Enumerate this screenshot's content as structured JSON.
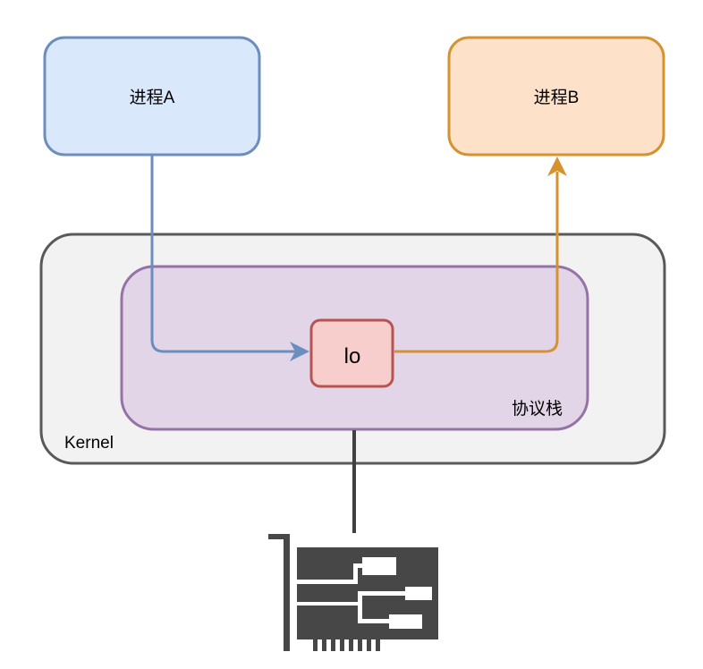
{
  "diagram": {
    "nodes": {
      "process_a": {
        "label": "进程A",
        "fill": "#dae8fc",
        "stroke": "#6c8ebf"
      },
      "process_b": {
        "label": "进程B",
        "fill": "#fde2c9",
        "stroke": "#d6922f"
      },
      "kernel": {
        "label": "Kernel",
        "fill": "#f2f2f2",
        "stroke": "#595959"
      },
      "protocol_stack": {
        "label": "协议栈",
        "fill": "#e1d5e7",
        "stroke": "#9673a6"
      },
      "lo": {
        "label": "lo",
        "fill": "#f8cecc",
        "stroke": "#b85450"
      },
      "nic": {
        "label": "",
        "icon": "network-card-icon",
        "color": "#474747"
      }
    },
    "edges": [
      {
        "from": "process_a",
        "to": "lo",
        "color": "#6c8ebf",
        "arrow": "end"
      },
      {
        "from": "lo",
        "to": "process_b",
        "color": "#d6922f",
        "arrow": "end"
      },
      {
        "from": "protocol_stack",
        "to": "nic",
        "color": "#404040",
        "arrow": "none"
      }
    ]
  }
}
